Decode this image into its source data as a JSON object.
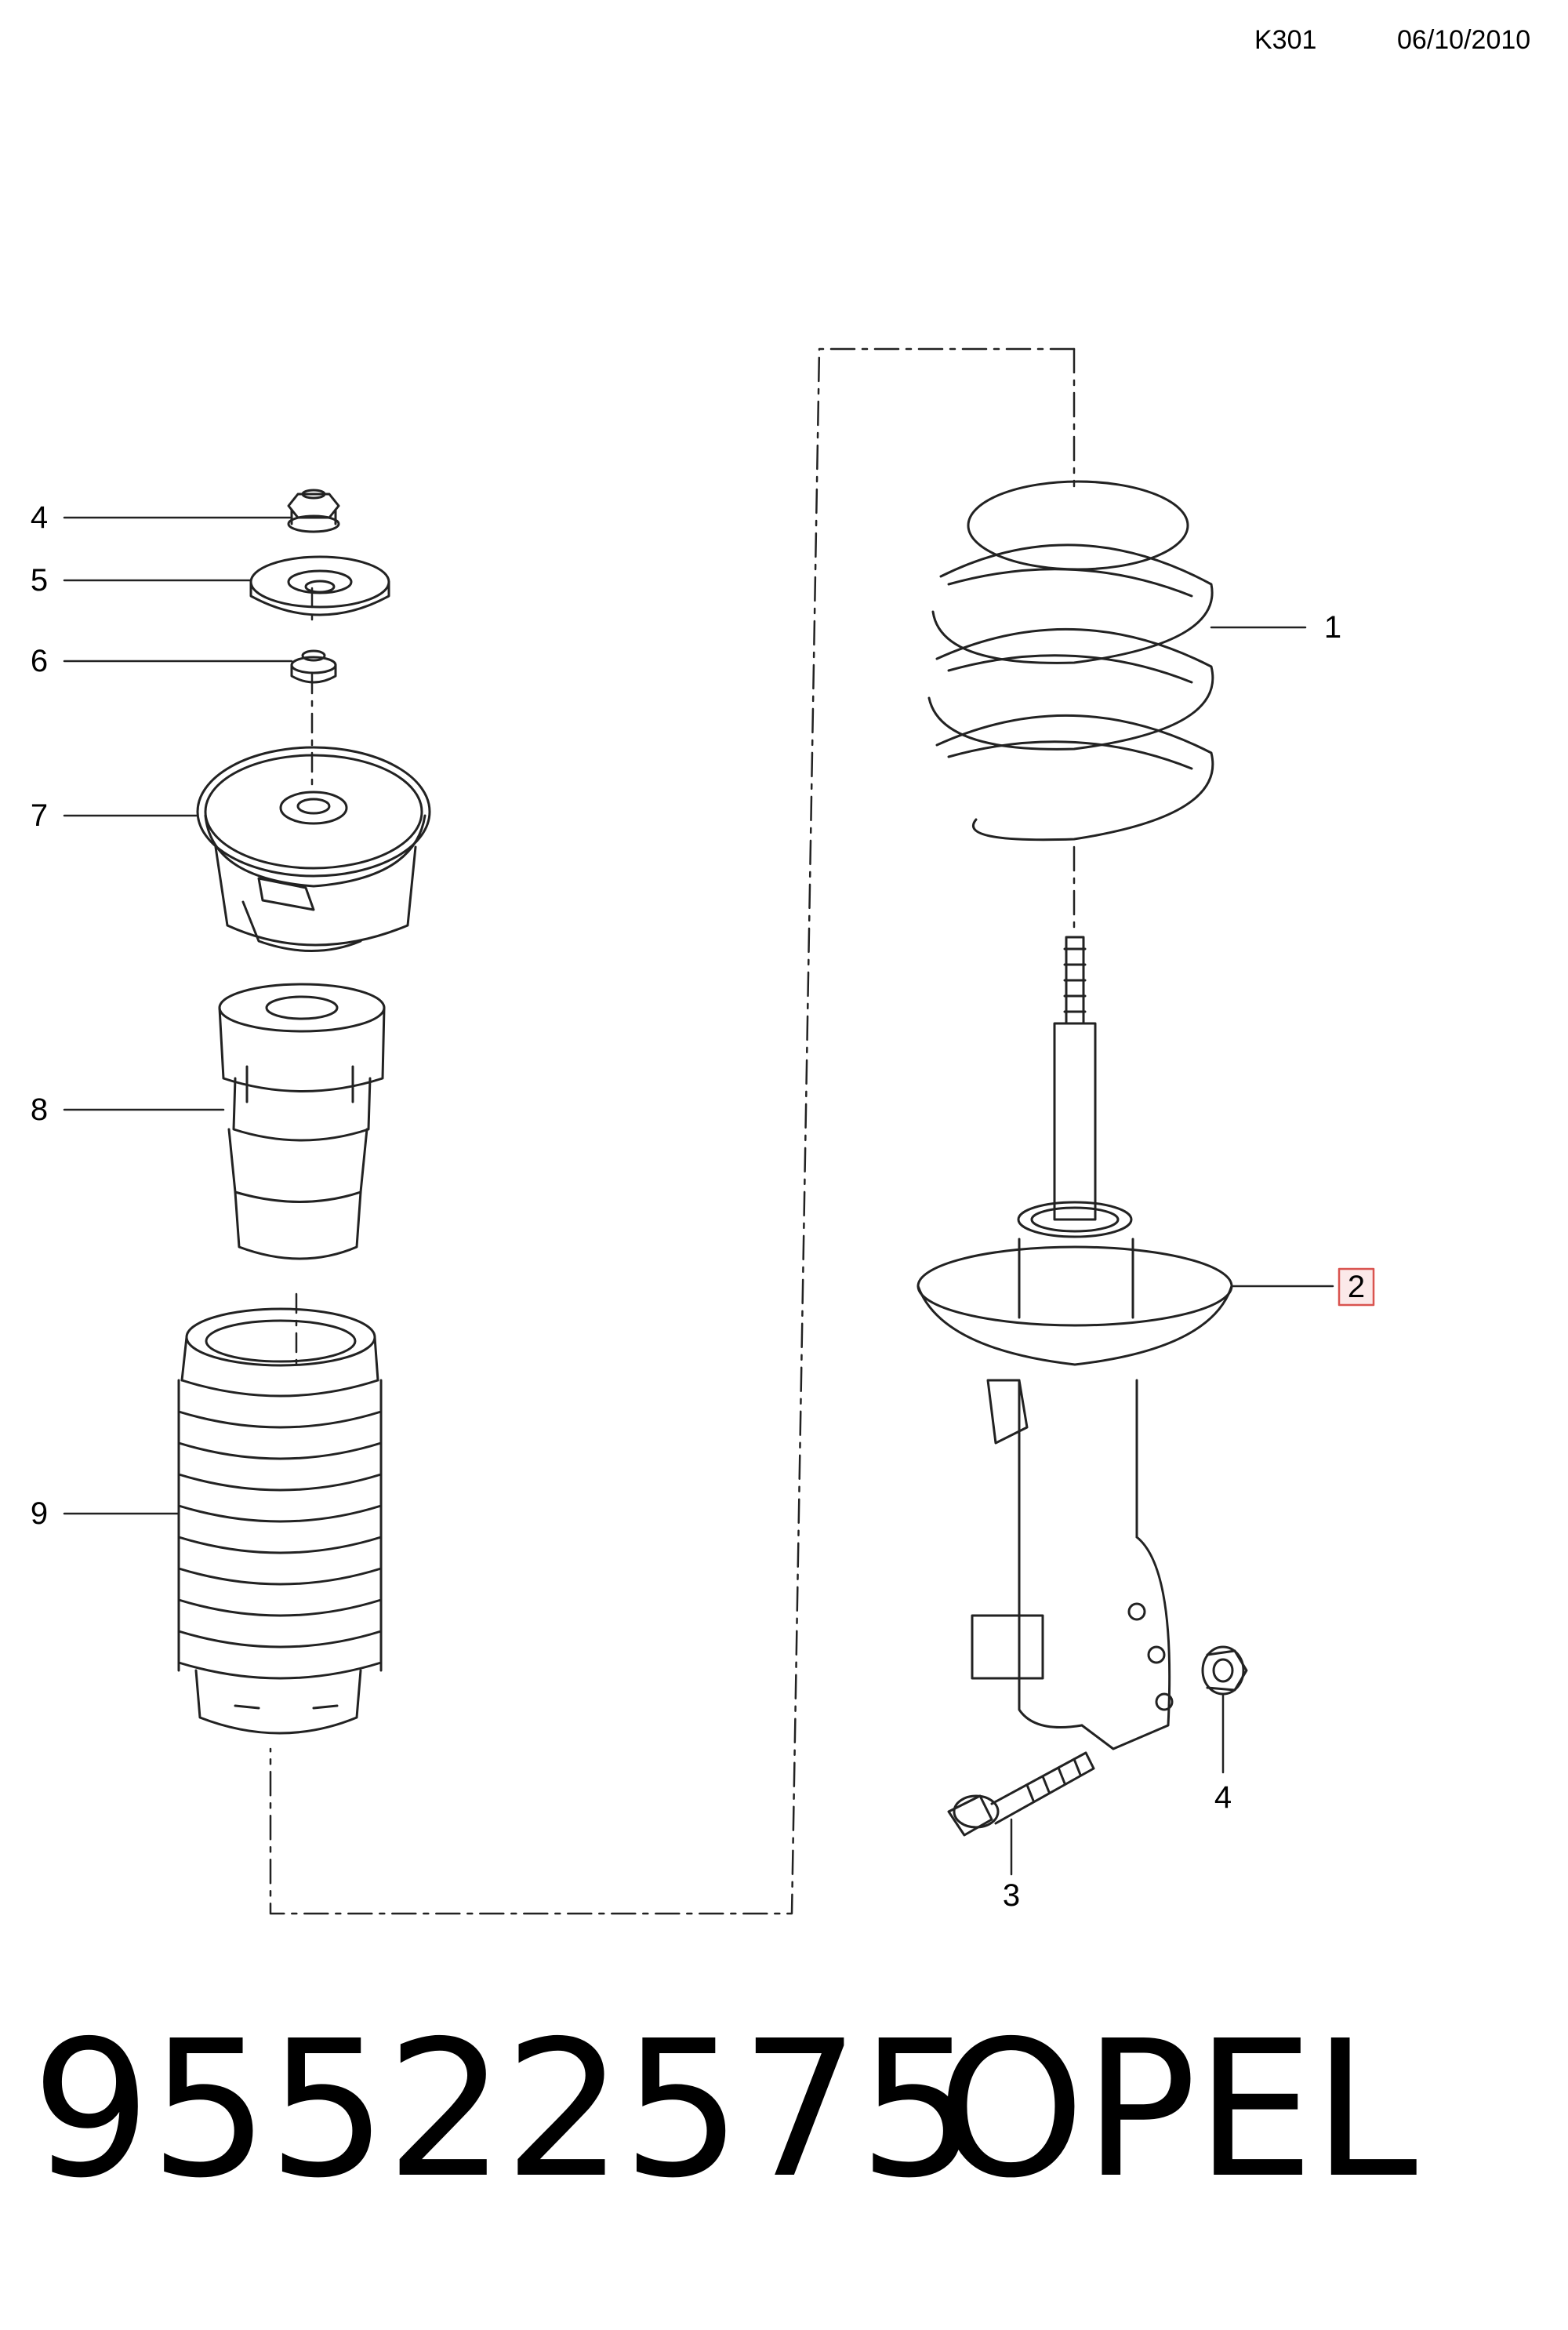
{
  "header": {
    "code": "K301",
    "date": "06/10/2010"
  },
  "callouts": {
    "c4_left": "4",
    "c5": "5",
    "c6": "6",
    "c7": "7",
    "c8": "8",
    "c9": "9",
    "c1": "1",
    "c2": "2",
    "c3": "3",
    "c4_right": "4"
  },
  "highlight_color": "#d9534f",
  "footer": {
    "part_number": "95522575",
    "brand": "OPEL"
  }
}
